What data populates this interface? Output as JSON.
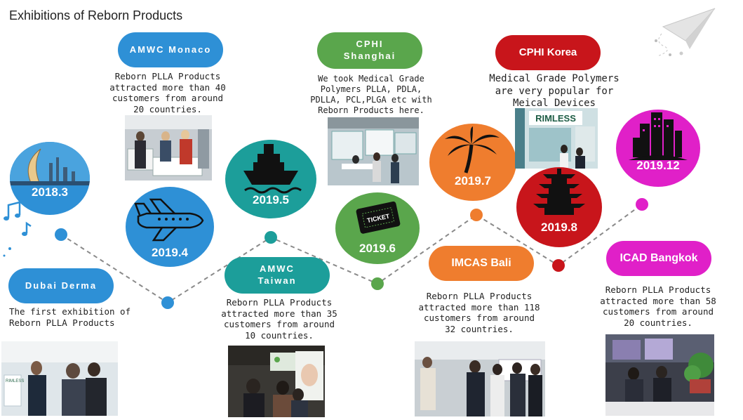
{
  "title": "Exhibitions of Reborn Products",
  "colors": {
    "blue": "#2e90d6",
    "teal": "#1c9e9a",
    "green": "#5aa64c",
    "orange": "#ef7d2e",
    "red": "#c8151b",
    "magenta": "#e020c8",
    "connector": "#8a8a8a"
  },
  "events": [
    {
      "name": "Dubai Derma",
      "date": "2018.3",
      "description": "The first exhibition of\nReborn PLLA Products",
      "icon": "city-skyline-icon"
    },
    {
      "name": "AMWC Monaco",
      "date": "2019.4",
      "description": "Reborn PLLA Products\nattracted more than 40\ncustomers from around\n20 countries.",
      "icon": "airplane-icon"
    },
    {
      "name": "AMWC\nTaiwan",
      "date": "2019.5",
      "description": "Reborn PLLA Products\nattracted more than 35\ncustomers from around\n10 countries.",
      "icon": "ship-icon"
    },
    {
      "name": "CPHI\nShanghai",
      "date": "2019.6",
      "description": "We took Medical Grade\nPolymers PLLA, PDLA,\nPDLLA, PCL,PLGA etc with\nReborn Products here.",
      "icon": "ticket-icon",
      "ticket_text": "TICKET"
    },
    {
      "name": "IMCAS Bali",
      "date": "2019.7",
      "description": "Reborn PLLA Products\nattracted more than 118\ncustomers from around\n32 countries.",
      "icon": "palm-tree-icon"
    },
    {
      "name": "CPHI Korea",
      "date": "2019.8",
      "description": "Medical Grade Polymers\nare very popular for\nMeical Devices",
      "icon": "pagoda-icon",
      "booth_sign": "RIMLESS"
    },
    {
      "name": "ICAD Bangkok",
      "date": "2019.12",
      "description": "Reborn PLLA Products\nattracted more than 58\ncustomers from around\n20 countries.",
      "icon": "buildings-icon"
    }
  ],
  "decor": {
    "paper_plane_icon": "paper-plane-icon",
    "music_note_icon": "music-note-icon"
  }
}
